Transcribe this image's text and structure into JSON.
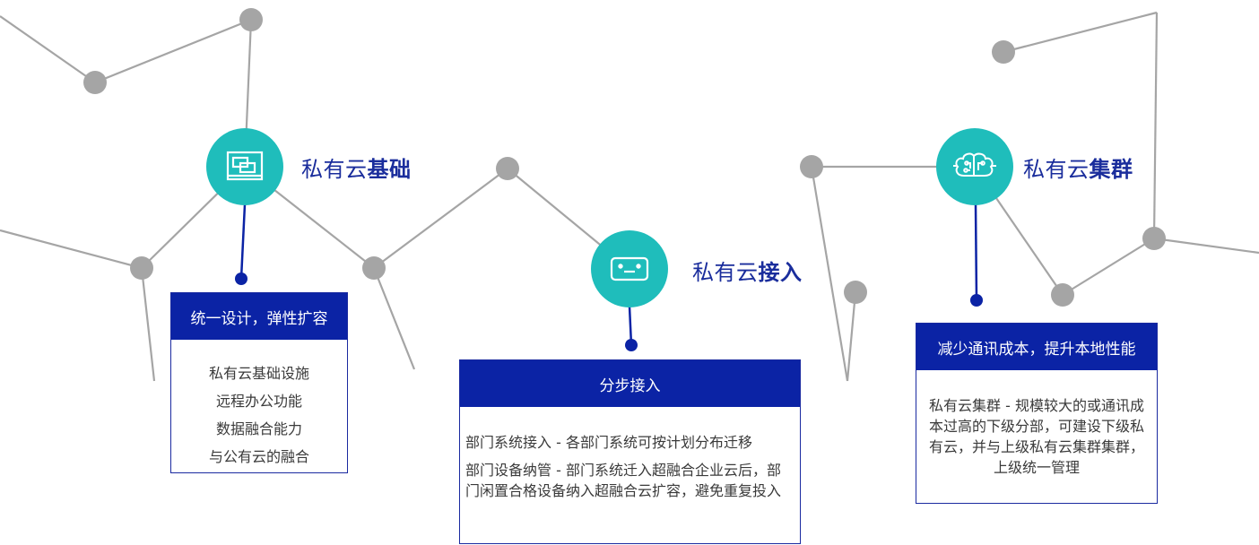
{
  "colors": {
    "teal": "#1fbdbb",
    "navy": "#0b23a5",
    "gray": "#a5a5a5"
  },
  "sections": [
    {
      "icon": "window-icon",
      "title_normal": "私有云",
      "title_bold": "基础",
      "header": "统一设计，弹性扩容",
      "lines": [
        "私有云基础设施",
        "远程办公功能",
        "数据融合能力",
        "与公有云的融合"
      ]
    },
    {
      "icon": "device-icon",
      "title_normal": "私有云",
      "title_bold": "接入",
      "header": "分步接入",
      "lines": [
        "部门系统接入 - 各部门系统可按计划分布迁移",
        "部门设备纳管 - 部门系统迁入超融合企业云后，部门闲置合格设备纳入超融合云扩容，避免重复投入"
      ]
    },
    {
      "icon": "brain-circuit-icon",
      "title_normal": "私有云",
      "title_bold": "集群",
      "header": "减少通讯成本，提升本地性能",
      "lines": [
        "私有云集群 - 规模较大的或通讯成本过高的下级分部，可建设下级私有云，并与上级私有云集群集群，上级统一管理"
      ]
    }
  ]
}
